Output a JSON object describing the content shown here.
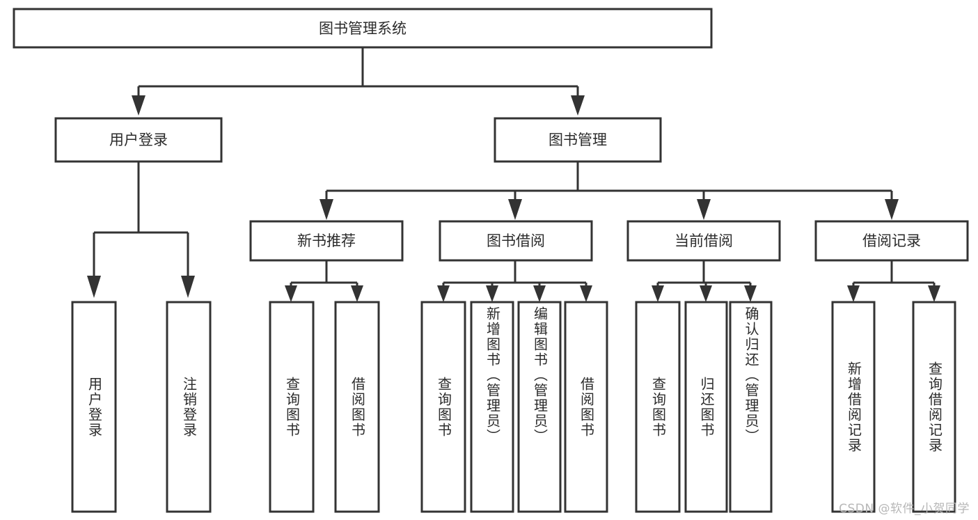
{
  "diagram": {
    "type": "tree",
    "title": "图书管理系统",
    "orientation": "top-down",
    "colors": {
      "box_stroke": "#333333",
      "box_fill": "#ffffff",
      "text": "#2b2b2b",
      "background": "#ffffff",
      "watermark": "#b7b7b7"
    },
    "root": {
      "label": "图书管理系统"
    },
    "level2": [
      {
        "label": "用户登录"
      },
      {
        "label": "图书管理"
      }
    ],
    "level3": [
      {
        "label": "新书推荐"
      },
      {
        "label": "图书借阅"
      },
      {
        "label": "当前借阅"
      },
      {
        "label": "借阅记录"
      }
    ],
    "leaves": {
      "user_login": [
        {
          "label": "用户登录"
        },
        {
          "label": "注销登录"
        }
      ],
      "new_book_recommend": [
        {
          "label": "查询图书"
        },
        {
          "label": "借阅图书"
        }
      ],
      "book_borrow": [
        {
          "label": "查询图书"
        },
        {
          "label": "新增图书（管理员）"
        },
        {
          "label": "编辑图书（管理员）"
        },
        {
          "label": "借阅图书"
        }
      ],
      "current_borrow": [
        {
          "label": "查询图书"
        },
        {
          "label": "归还图书"
        },
        {
          "label": "确认归还（管理员）"
        }
      ],
      "borrow_record": [
        {
          "label": "新增借阅记录"
        },
        {
          "label": "查询借阅记录"
        }
      ]
    }
  },
  "watermark": {
    "text": "CSDN @软件_小贺同学"
  }
}
